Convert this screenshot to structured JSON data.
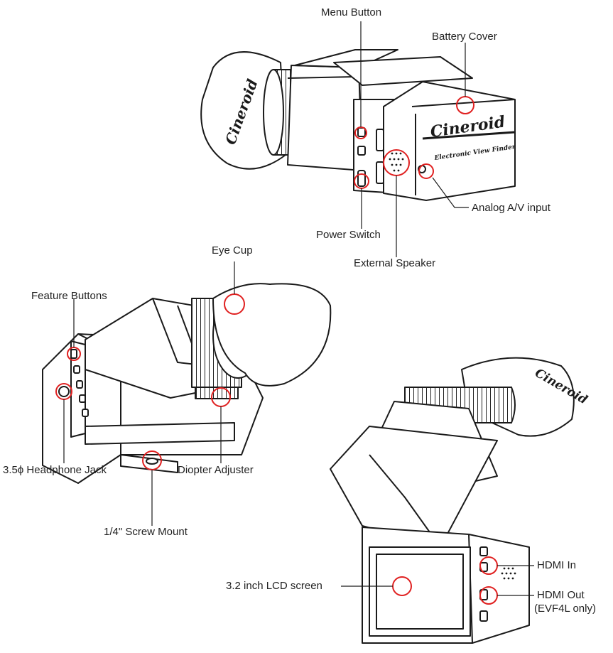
{
  "brand": {
    "logo_text": "Cineroid",
    "subtitle_text": "Electronic View Finder"
  },
  "colors": {
    "callout": "#e02020",
    "line": "#1a1a1a",
    "body_fill": "#ffffff",
    "shade": "#dcdcdc"
  },
  "labels": {
    "menu_button": "Menu Button",
    "battery_cover": "Battery Cover",
    "analog_av_input": "Analog A/V input",
    "power_switch": "Power Switch",
    "external_speaker": "External Speaker",
    "eye_cup": "Eye Cup",
    "feature_buttons": "Feature Buttons",
    "headphone_jack": "3.5ϕ  Headphone Jack",
    "diopter_adjuster": "Diopter Adjuster",
    "screw_mount": "1/4\"  Screw Mount",
    "lcd_screen": "3.2 inch LCD screen",
    "hdmi_in": "HDMI In",
    "hdmi_out": "HDMI Out",
    "hdmi_out_note": "(EVF4L only)"
  }
}
